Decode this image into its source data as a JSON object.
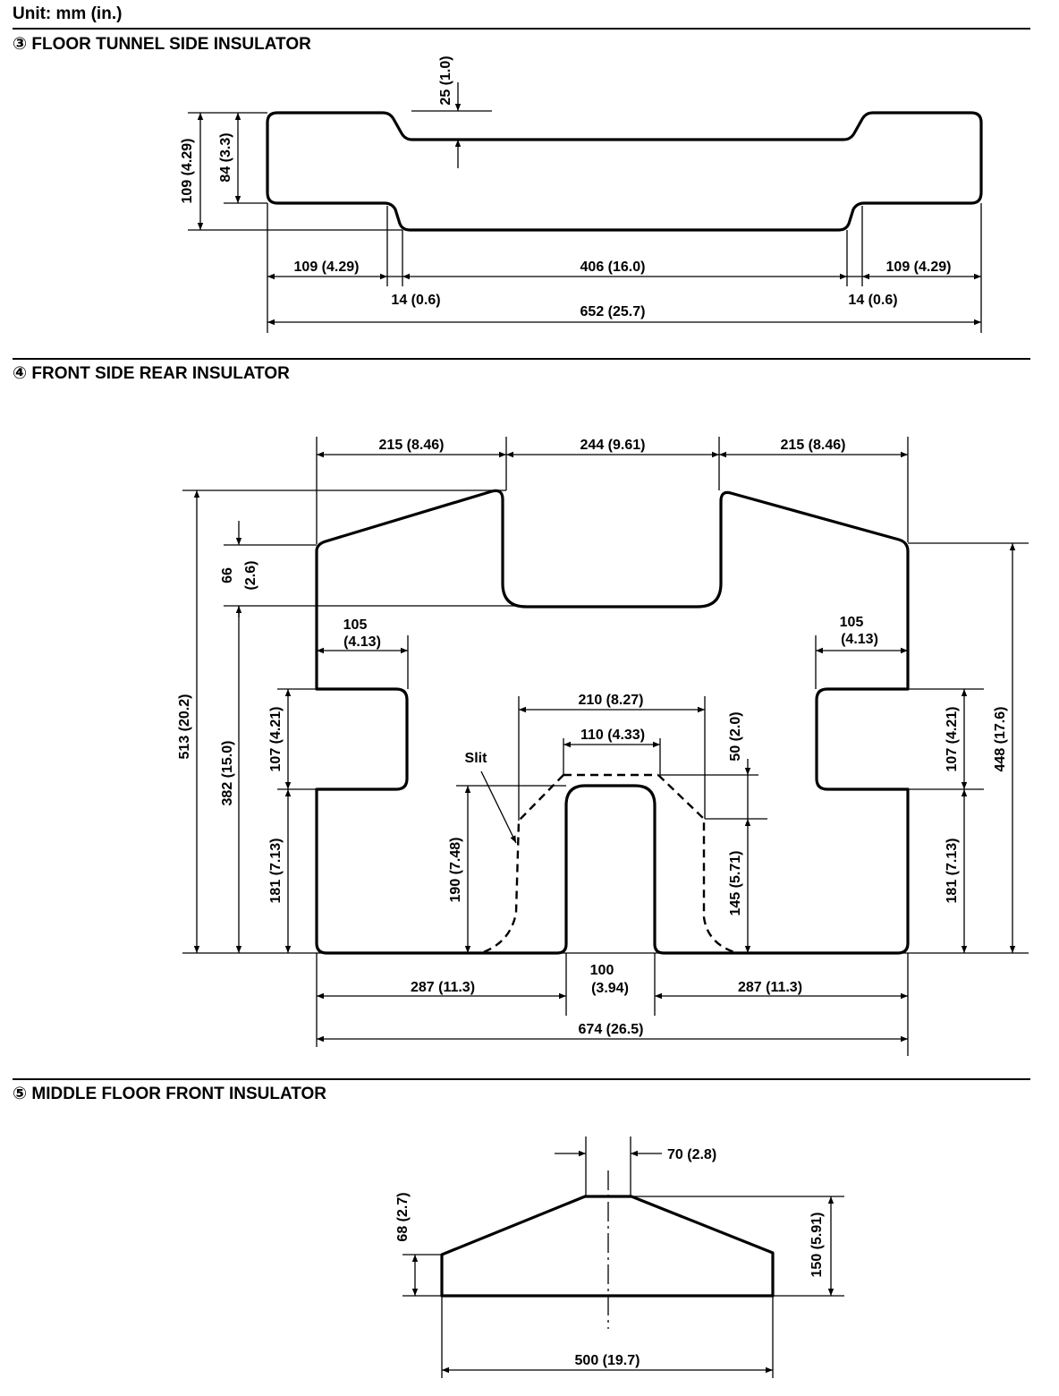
{
  "unit_label": "Unit: mm (in.)",
  "sections": {
    "s3": {
      "title": "③ FLOOR TUNNEL SIDE INSULATOR",
      "dims": {
        "notch": "25 (1.0)",
        "height_total": "109 (4.29)",
        "height_inner": "84 (3.3)",
        "left_end": "109 (4.29)",
        "middle": "406 (16.0)",
        "right_end": "109 (4.29)",
        "taper_left": "14 (0.6)",
        "taper_right": "14 (0.6)",
        "overall": "652 (25.7)"
      }
    },
    "s4": {
      "title": "④ FRONT SIDE REAR INSULATOR",
      "slit_label": "Slit",
      "dims": {
        "top_left": "215 (8.46)",
        "top_mid": "244 (9.61)",
        "top_right": "215 (8.46)",
        "h66_a": "66",
        "h66_b": "(2.6)",
        "h513": "513 (20.2)",
        "h382": "382 (15.0)",
        "h448": "448 (17.6)",
        "w105_left_a": "105",
        "w105_left_b": "(4.13)",
        "w105_right_a": "105",
        "w105_right_b": "(4.13)",
        "h107_left": "107 (4.21)",
        "h107_right": "107 (4.21)",
        "h181_left": "181 (7.13)",
        "h181_right": "181 (7.13)",
        "w210": "210 (8.27)",
        "w110": "110 (4.33)",
        "h50": "50 (2.0)",
        "h190": "190 (7.48)",
        "h145": "145 (5.71)",
        "w100_a": "100",
        "w100_b": "(3.94)",
        "bottom_left": "287 (11.3)",
        "bottom_right": "287 (11.3)",
        "overall": "674 (26.5)"
      }
    },
    "s5": {
      "title": "⑤ MIDDLE FLOOR FRONT INSULATOR",
      "dims": {
        "top_width": "70 (2.8)",
        "side_height": "68 (2.7)",
        "total_height": "150 (5.91)",
        "overall": "500 (19.7)"
      }
    }
  }
}
